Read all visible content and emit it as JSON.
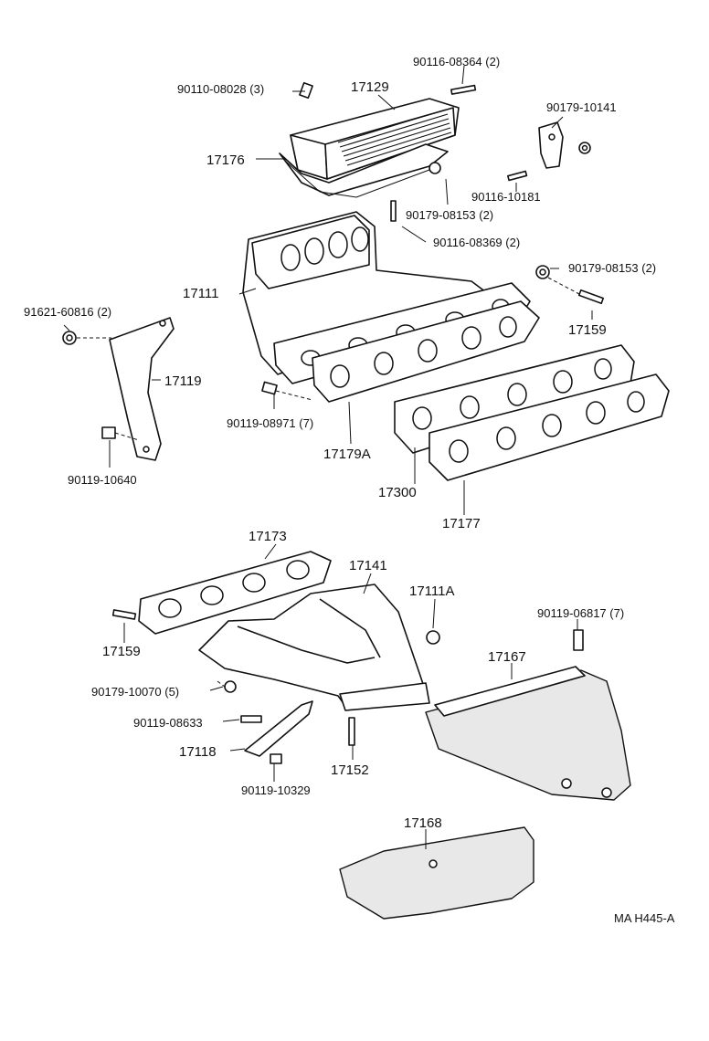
{
  "labels": {
    "p90116_08364": "90116-08364 (2)",
    "p90110_08028": "90110-08028 (3)",
    "p17129": "17129",
    "p90179_10141": "90179-10141",
    "p17176": "17176",
    "p90116_10181": "90116-10181",
    "p90179_08153a": "90179-08153 (2)",
    "p90116_08369": "90116-08369 (2)",
    "p90179_08153b": "90179-08153 (2)",
    "p17111": "17111",
    "p91621_60816": "91621-60816 (2)",
    "p17159a": "17159",
    "p17119": "17119",
    "p90119_08971": "90119-08971 (7)",
    "p17179A": "17179A",
    "p90119_10640": "90119-10640",
    "p17300": "17300",
    "p17177": "17177",
    "p17173": "17173",
    "p17141": "17141",
    "p17111A": "17111A",
    "p90119_06817": "90119-06817 (7)",
    "p17159b": "17159",
    "p17167": "17167",
    "p90179_10070": "90179-10070 (5)",
    "p90119_08633": "90119-08633",
    "p17118": "17118",
    "p17152": "17152",
    "p90119_10329": "90119-10329",
    "p17168": "17168",
    "ref_code": "MA H445-A"
  }
}
